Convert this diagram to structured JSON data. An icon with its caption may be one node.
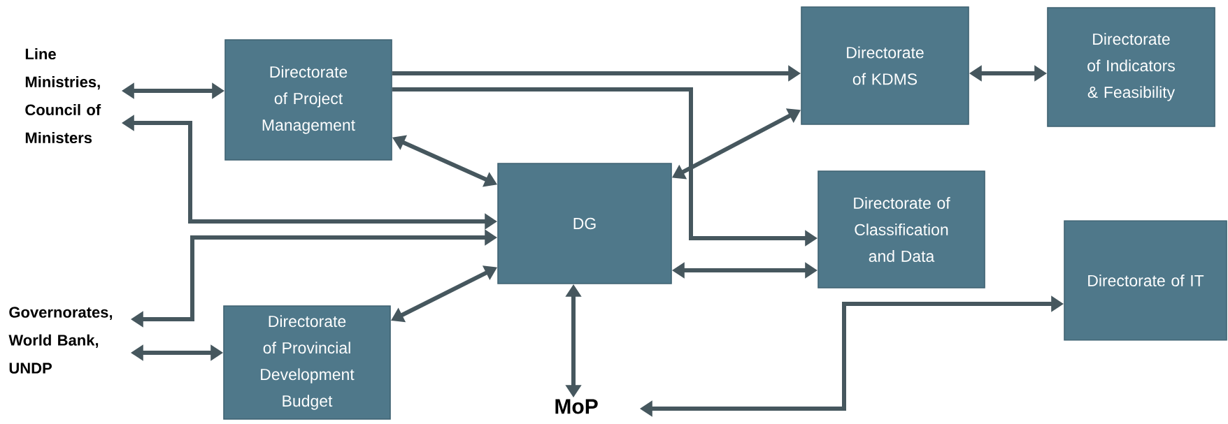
{
  "diagram": {
    "nodes": [
      {
        "text": [
          "Line Ministries, Council of Ministers"
        ]
      },
      {
        "text": [
          "Directorate of Project Management"
        ]
      },
      {
        "text": [
          "Directorate of KDMS"
        ]
      },
      {
        "text": [
          "Directorate of Indicators & Feasibility"
        ]
      },
      {
        "text": [
          "DG"
        ]
      },
      {
        "text": [
          "Directorate of Classification and Data"
        ]
      },
      {
        "text": [
          "Governorates, World Bank, UNDP"
        ]
      },
      {
        "text": [
          "Directorate of Provincial Development Budget"
        ]
      },
      {
        "text": [
          "Directorate of IT"
        ]
      },
      {
        "text": [
          "MoP"
        ]
      }
    ],
    "edges": [
      {
        "from": 0,
        "to": 1,
        "arrow": "both"
      },
      {
        "from": 4,
        "to": 0,
        "arrow": "both"
      },
      {
        "from": 4,
        "to": 6,
        "arrow": "both"
      },
      {
        "from": 6,
        "to": 7,
        "arrow": "both"
      },
      {
        "from": 1,
        "to": 4,
        "arrow": "both"
      },
      {
        "from": 1,
        "to": 2,
        "arrow": "to"
      },
      {
        "from": 1,
        "to": 5,
        "arrow": "to"
      },
      {
        "from": 2,
        "to": 3,
        "arrow": "both"
      },
      {
        "from": 4,
        "to": 2,
        "arrow": "both"
      },
      {
        "from": 4,
        "to": 5,
        "arrow": "both"
      },
      {
        "from": 7,
        "to": 4,
        "arrow": "both"
      },
      {
        "from": 4,
        "to": 9,
        "arrow": "both"
      },
      {
        "from": 9,
        "to": 8,
        "arrow": "both"
      }
    ]
  }
}
